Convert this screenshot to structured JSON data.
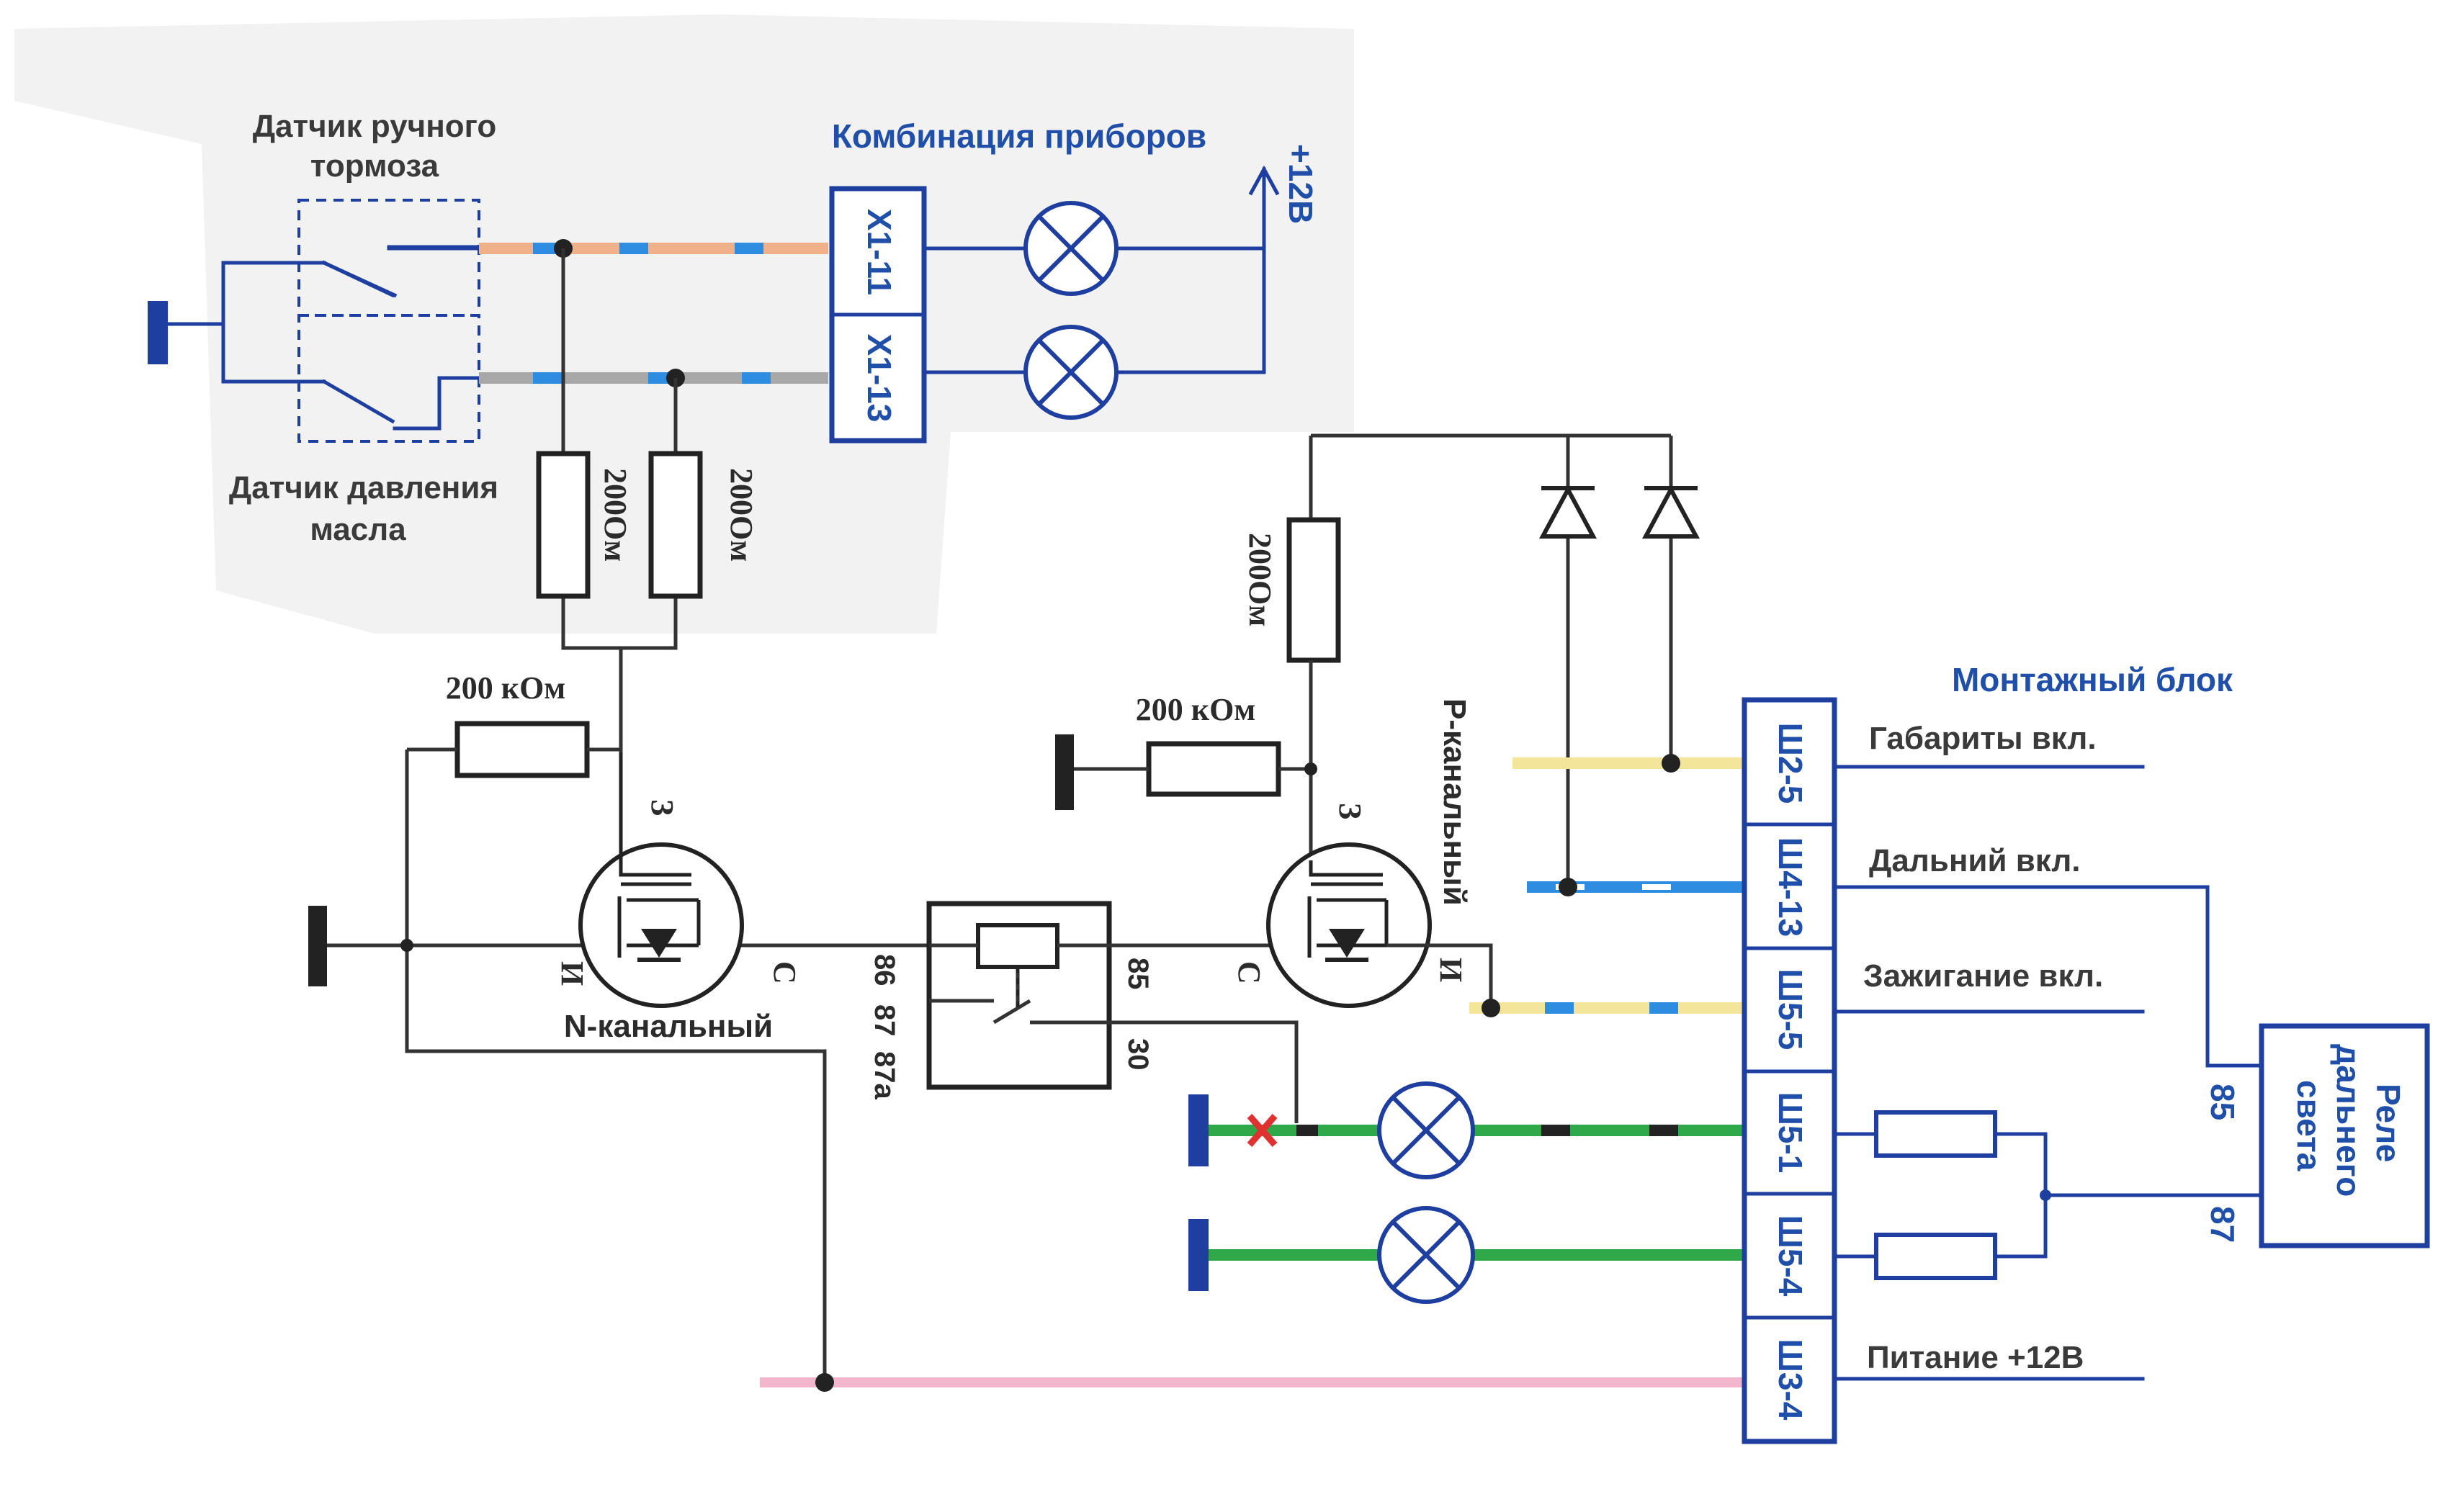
{
  "title": "Комбинация приборов",
  "labels": {
    "handbrake_sensor_line1": "Датчик ручного",
    "handbrake_sensor_line2": "тормоза",
    "oil_sensor_line1": "Датчик давления",
    "oil_sensor_line2": "масла",
    "plus12v_top": "+12В",
    "mount_block": "Монтажный блок",
    "n_channel": "N-канальный",
    "p_channel": "Р-канальный",
    "high_beam_relay_line1": "Реле",
    "high_beam_relay_line2": "дальнего",
    "high_beam_relay_line3": "света"
  },
  "resistors": {
    "r1": "200Ом",
    "r2": "200Ом",
    "r3": "200Ом",
    "r4": "200 кОм",
    "r5": "200 кОм"
  },
  "mosfet_pins": {
    "n_gate": "З",
    "n_source": "И",
    "n_drain": "С",
    "p_gate": "З",
    "p_source": "И",
    "p_drain": "С"
  },
  "relay_pins": {
    "p86": "86",
    "p87": "87",
    "p87a": "87а",
    "p85": "85",
    "p30": "30"
  },
  "cluster_connectors": [
    "Х1-11",
    "Х1-13"
  ],
  "block_connectors": [
    "Ш2-5",
    "Ш4-13",
    "Ш5-5",
    "Ш5-1",
    "Ш5-4",
    "Ш3-4"
  ],
  "signals": {
    "sidelights_on": "Габариты вкл.",
    "high_beam_on": "Дальний вкл.",
    "ignition_on": "Зажигание вкл.",
    "power_12v": "Питание +12В"
  },
  "relay_hb_pins": {
    "p85": "85",
    "p87": "87"
  },
  "colors": {
    "wire_blue": "#1e3fa0",
    "label_blue": "#1f4fa8",
    "wire_orange": "#f0b08a",
    "wire_grey": "#a8a8a8",
    "wire_stripe_blue": "#2e8de0",
    "wire_yellow": "#f3e59a",
    "wire_green": "#2fa84a",
    "wire_pink": "#f1b6cc",
    "break_mark": "#e03030"
  }
}
